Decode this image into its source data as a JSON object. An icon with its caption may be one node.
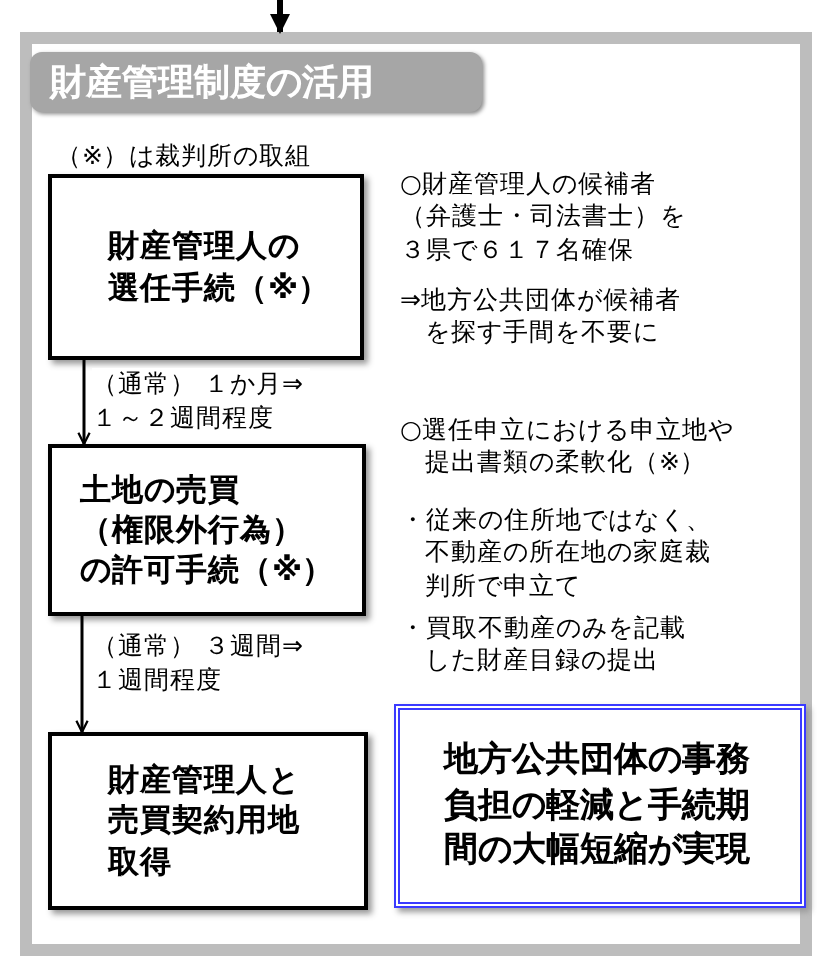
{
  "diagram": {
    "nodes": [
      {
        "text": [
          "財産管理制度の活用"
        ]
      },
      {
        "text": [
          "財産管理人の選任手続（※）"
        ],
        "in": 0
      },
      {
        "text": [
          "土地の売買（権限外行為）の許可手続（※）"
        ],
        "in": 0
      },
      {
        "text": [
          "財産管理人と売買契約用地取得"
        ],
        "in": 0
      },
      {
        "text": [
          "地方公共団体の事務負担の軽減と手続期間の大幅短縮が実現"
        ],
        "in": 0
      }
    ],
    "edges": [
      {
        "from": null,
        "to": 0,
        "arrow": "to",
        "style": "thick"
      },
      {
        "from": 1,
        "to": 2,
        "arrow": "to",
        "label": "（通常） １か月⇒１～２週間程度"
      },
      {
        "from": 2,
        "to": 3,
        "arrow": "to",
        "label": "（通常） ３週間⇒１週間程度"
      }
    ],
    "labels": [
      "（※）は裁判所の取組",
      "○財産管理人の候補者（弁護士・司法書士）を３県で６１７名確保",
      "⇒地方公共団体が候補者を探す手間を不要に",
      "○選任申立における申立地や提出書類の柔軟化（※）",
      "・従来の住所地ではなく、不動産の所在地の家庭裁判所で申立て",
      "・買取不動産のみを記載した財産目録の提出"
    ]
  }
}
